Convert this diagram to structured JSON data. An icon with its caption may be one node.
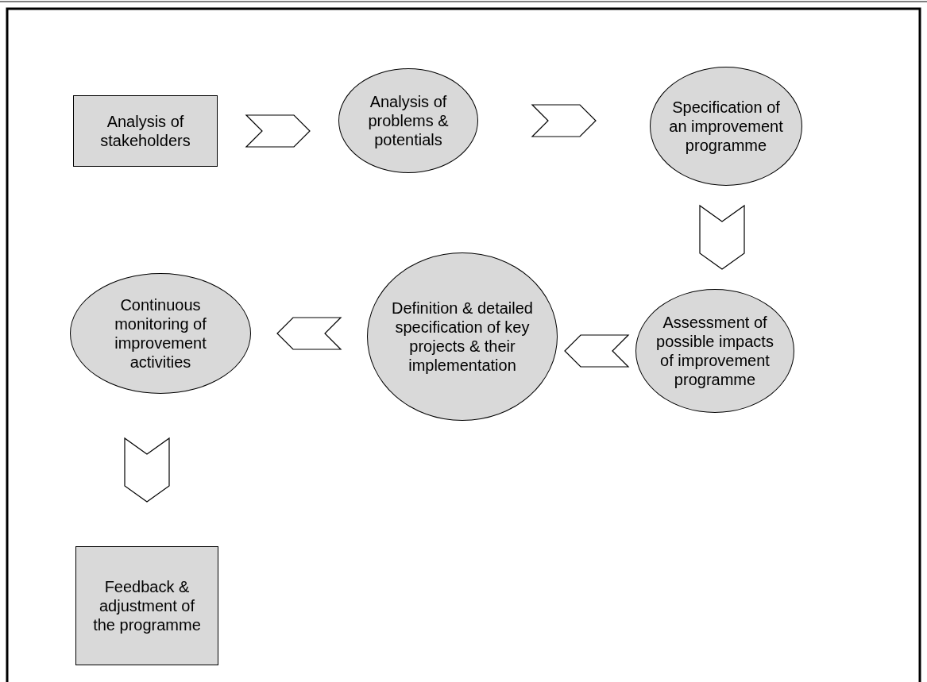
{
  "diagram": {
    "nodes": [
      {
        "text": [
          "Analysis of stakeholders"
        ]
      },
      {
        "text": [
          "Analysis of problems & potentials"
        ]
      },
      {
        "text": [
          "Specification of an improvement programme"
        ]
      },
      {
        "text": [
          "Assessment of possible impacts of improvement programme"
        ]
      },
      {
        "text": [
          "Definition & detailed specification of key projects & their implementation"
        ]
      },
      {
        "text": [
          "Continuous monitoring of improvement activities"
        ]
      },
      {
        "text": [
          "Feedback & adjustment of the programme"
        ]
      }
    ],
    "edges": [
      {
        "from": 0,
        "to": 1,
        "arrow": "to"
      },
      {
        "from": 1,
        "to": 2,
        "arrow": "to"
      },
      {
        "from": 2,
        "to": 3,
        "arrow": "to"
      },
      {
        "from": 3,
        "to": 4,
        "arrow": "to"
      },
      {
        "from": 4,
        "to": 5,
        "arrow": "to"
      },
      {
        "from": 5,
        "to": 6,
        "arrow": "to"
      }
    ]
  }
}
